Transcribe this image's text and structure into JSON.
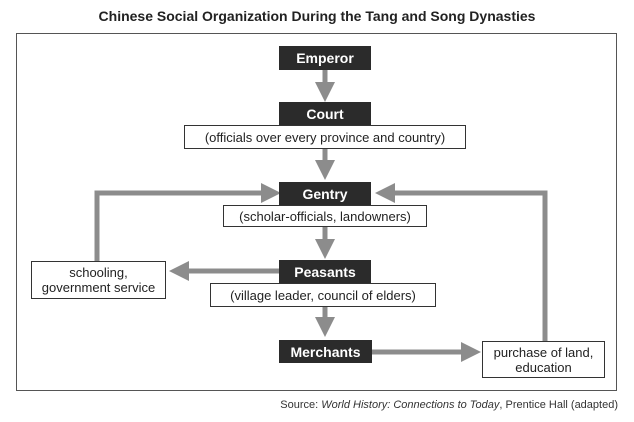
{
  "title": "Chinese Social Organization During the Tang and Song Dynasties",
  "nodes": {
    "emperor": {
      "label": "Emperor"
    },
    "court": {
      "label": "Court",
      "note": "(officials over every province and country)"
    },
    "gentry": {
      "label": "Gentry",
      "note": "(scholar-officials, landowners)"
    },
    "peasants": {
      "label": "Peasants",
      "note": "(village leader, council of elders)"
    },
    "merchants": {
      "label": "Merchants"
    },
    "schooling": {
      "line1": "schooling,",
      "line2": "government service"
    },
    "purchase": {
      "line1": "purchase of land,",
      "line2": "education"
    }
  },
  "source": {
    "prefix": "Source: ",
    "work": "World History: Connections to Today",
    "suffix": ", Prentice Hall (adapted)"
  },
  "colors": {
    "arrow": "#8c8c8c",
    "dark_box": "#2b2b2b",
    "frame": "#555555"
  }
}
